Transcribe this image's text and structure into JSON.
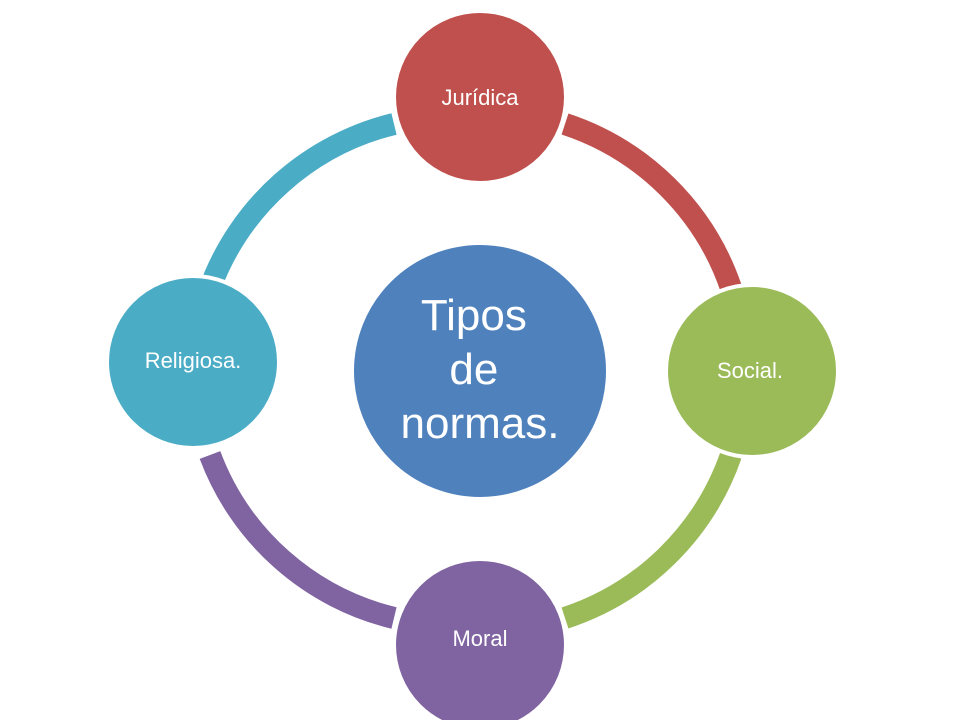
{
  "diagram": {
    "center": {
      "lines": [
        "Tipos",
        "de",
        "normas."
      ],
      "color": "#4F81BD"
    },
    "nodes": [
      {
        "id": "juridica",
        "label": "Jurídica",
        "color": "#C0504D"
      },
      {
        "id": "social",
        "label": "Social.",
        "color": "#9BBB59"
      },
      {
        "id": "moral",
        "label": "Moral",
        "color": "#8064A2"
      },
      {
        "id": "religiosa",
        "label": "Religiosa.",
        "color": "#4BACC6"
      }
    ],
    "border_color": "#ffffff"
  }
}
